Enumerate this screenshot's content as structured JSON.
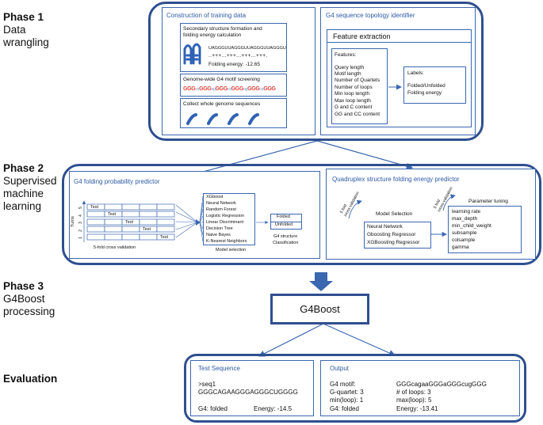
{
  "phases": [
    {
      "title": "Phase 1",
      "lines": [
        "Data",
        "wrangling"
      ]
    },
    {
      "title": "Phase 2",
      "lines": [
        "Supervised",
        "machine",
        "learning"
      ]
    },
    {
      "title": "Phase 3",
      "lines": [
        "G4Boost",
        "processing"
      ]
    },
    {
      "title": "Evaluation",
      "lines": []
    }
  ],
  "phase1": {
    "training": {
      "title": "Construction of training data",
      "secondary_title_1": "Secondary structure formation and",
      "secondary_title_2": "folding energy calculation",
      "seq": "UAGGGUUAGGGUUAGGGUUAGGGU",
      "dotbracket": "..+++...+++...+++...+++.",
      "energy": "Folding energy: -12.65",
      "motif_title": "Genome-wide G4 motif screening",
      "motif_glyphs": [
        "GGG",
        "GGG",
        "GGG",
        "GGG",
        "GGG",
        "GGG"
      ],
      "collect": "Collect whole genome sequences"
    },
    "topology": {
      "title": "G4 sequence topology identifier",
      "extraction": "Feature extraction",
      "features_label": "Features:",
      "features": [
        "Query length",
        "Motif length",
        "Number of Quartets",
        "Number of loops",
        "Min loop length",
        "Max loop length",
        "G and C content",
        "GG and CC content"
      ],
      "labels_label": "Labels:",
      "labels": [
        "Folded/Unfolded",
        "Folding energy"
      ]
    }
  },
  "phase2": {
    "left": {
      "title": "G4 folding probability predictor",
      "test_label": "Test",
      "turns_label": "Turns",
      "turn_numbers": [
        "1",
        "2",
        "3",
        "4",
        "5"
      ],
      "cv_caption": "5-fold cross validation",
      "models": [
        "XGboost",
        "Neural Network",
        "Random Forest",
        "Logistic Regression",
        "Linear Discriminant",
        "Decision Tree",
        "Naive Bayes",
        "K-Nearest Neighbors"
      ],
      "model_caption": "Model selection",
      "outputs": [
        "Folded",
        "Unfolded"
      ],
      "output_caption_1": "G4 structure",
      "output_caption_2": "Classification"
    },
    "right": {
      "title": "Quadruplex structure folding energy predictor",
      "cv_a": "5 fold",
      "cv_b": "cross-validation",
      "model_selection": "Model Selection",
      "models": [
        "Neural Network",
        "Gboosting Regressor",
        "XGBoosting Regressor"
      ],
      "param_tuning": "Parameter tuning",
      "params": [
        "learning rate",
        "max_depth",
        "min_child_weight",
        "subsample",
        "colsample",
        "gamma"
      ]
    }
  },
  "phase3": {
    "center": "G4Boost"
  },
  "evaluation": {
    "test": {
      "title": "Test Sequence",
      "id": ">seq1",
      "sequence": "GGGCAGAAGGGAGGGCUGGGG",
      "result": "G4: folded",
      "energy": "Energy: -14.5"
    },
    "output": {
      "title": "Output",
      "rows": [
        [
          "G4 motif:",
          "GGGcagaaGGGaGGGcugGGG"
        ],
        [
          "G-quartet: 3",
          "# of loops: 3"
        ],
        [
          "min(loop): 1",
          "max(loop): 5"
        ],
        [
          "G4: folded",
          "Energy: -13.41"
        ]
      ]
    }
  }
}
